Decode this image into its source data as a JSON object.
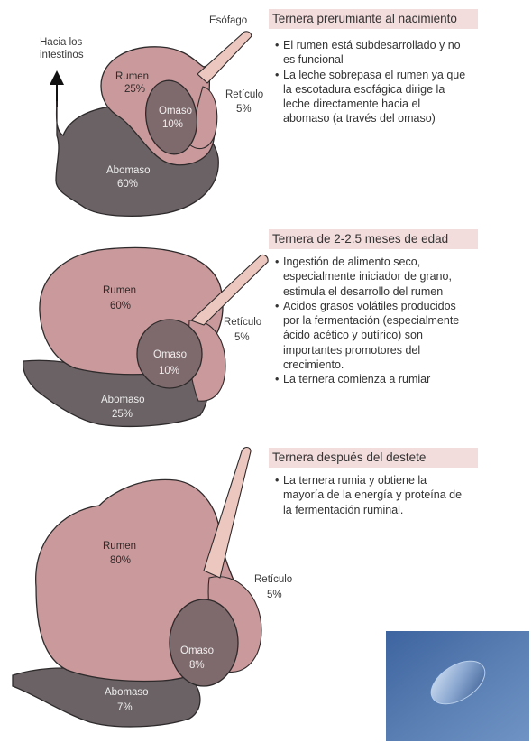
{
  "colors": {
    "rumen": "#c9999b",
    "omaso": "#7e6a6d",
    "abomaso": "#6a6264",
    "esofago": "#ecc7bf",
    "outline": "#2e2a2b",
    "header_bg": "#f3dcdc",
    "photo_bg": "#4f74a8"
  },
  "intestines": {
    "label_line1": "Hacia los",
    "label_line2": "intestinos"
  },
  "stages": [
    {
      "heading": "Ternera prerumiante al nacimiento",
      "bullets": [
        "El rumen está subdesarrollado y no es funcional",
        "La leche sobrepasa el rumen ya que la escotadura esofágica dirige la leche directamente hacia el abomaso (a través del omaso)"
      ],
      "labels": {
        "esofago": "Esófago",
        "rumen": "Rumen",
        "rumen_pct": "25%",
        "reticulo": "Retículo",
        "reticulo_pct": "5%",
        "omaso": "Omaso",
        "omaso_pct": "10%",
        "abomaso": "Abomaso",
        "abomaso_pct": "60%"
      }
    },
    {
      "heading": "Ternera de 2-2.5 meses de edad",
      "bullets": [
        "Ingestión de alimento seco, especialmente iniciador de grano, estimula el desarrollo del rumen",
        "Acidos grasos volátiles producidos por la fermentación (especialmente ácido acético y butírico) son importantes promotores del crecimiento.",
        "La ternera comienza a rumiar"
      ],
      "labels": {
        "rumen": "Rumen",
        "rumen_pct": "60%",
        "reticulo": "Retículo",
        "reticulo_pct": "5%",
        "omaso": "Omaso",
        "omaso_pct": "10%",
        "abomaso": "Abomaso",
        "abomaso_pct": "25%"
      }
    },
    {
      "heading": "Ternera después del destete",
      "bullets": [
        "La ternera rumia y obtiene la mayoría de la energía y proteína de la fermentación ruminal."
      ],
      "labels": {
        "rumen": "Rumen",
        "rumen_pct": "80%",
        "reticulo": "Retículo",
        "reticulo_pct": "5%",
        "omaso": "Omaso",
        "omaso_pct": "8%",
        "abomaso": "Abomaso",
        "abomaso_pct": "7%"
      }
    }
  ],
  "photo": {
    "subject": "microscopy-cell"
  }
}
